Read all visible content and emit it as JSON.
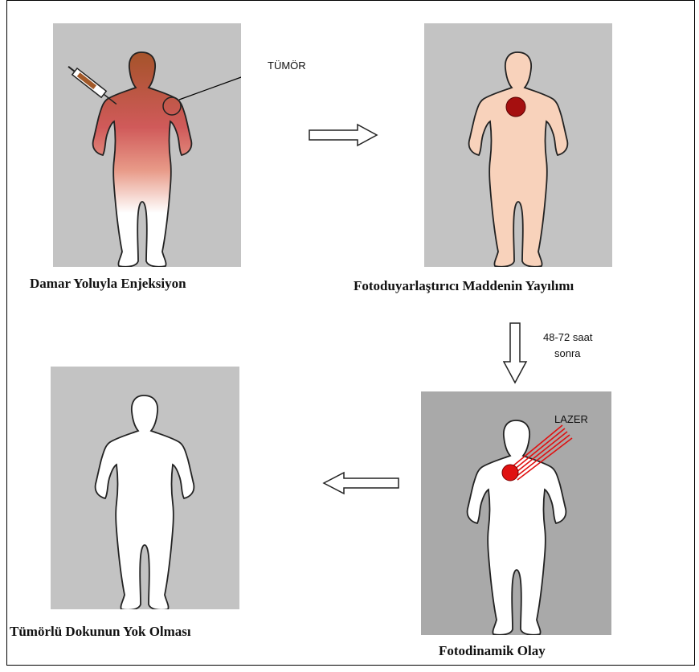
{
  "panels": [
    {
      "caption": "Damar Yoluyla Enjeksiyon"
    },
    {
      "caption": "Fotoduyarlaştırıcı Maddenin Yayılımı"
    },
    {
      "caption": "Fotodinamik Olay"
    },
    {
      "caption": "Tümörlü Dokunun Yok Olması"
    }
  ],
  "labels": {
    "tumor": "TÜMÖR",
    "time_line1": "48-72 saat",
    "time_line2": "sonra",
    "laser": "LAZER"
  },
  "colors": {
    "panel_bg": "#c3c3c3",
    "panel4_bg": "#a9a9a9",
    "skin": "#f8d2bb",
    "tumor": "#a50f0f",
    "laser": "#e01010",
    "stained_top": "#a5532a",
    "stained_mid": "#d05a5a"
  }
}
